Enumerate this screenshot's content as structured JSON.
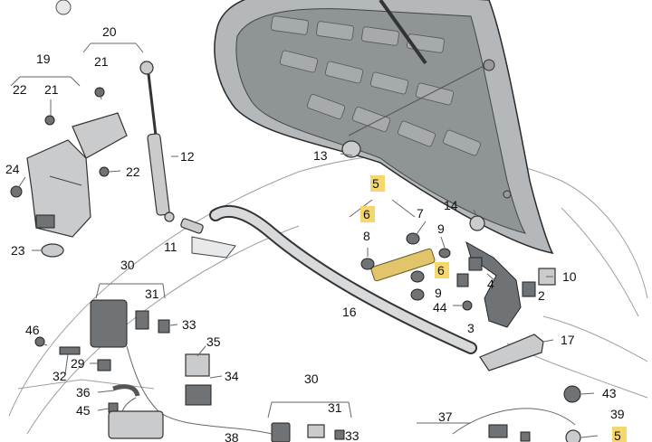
{
  "callouts": {
    "c19": "19",
    "c20": "20",
    "c21a": "21",
    "c21b": "21",
    "c22a": "22",
    "c22b": "22",
    "c24": "24",
    "c23": "23",
    "c12": "12",
    "c13": "13",
    "c5": "5",
    "c6a": "6",
    "c6b": "6",
    "c7": "7",
    "c8": "8",
    "c9a": "9",
    "c9b": "9",
    "c14": "14",
    "c10": "10",
    "c4": "4",
    "c2": "2",
    "c44": "44",
    "c3": "3",
    "c11": "11",
    "c16": "16",
    "c17": "17",
    "c30a": "30",
    "c30b": "30",
    "c31a": "31",
    "c31b": "31",
    "c33a": "33",
    "c33b": "33",
    "c46": "46",
    "c32": "32",
    "c29": "29",
    "c35": "35",
    "c34": "34",
    "c36": "36",
    "c45": "45",
    "c37": "37",
    "c43": "43",
    "c39": "39",
    "c5b": "5",
    "c38": "38"
  },
  "highlight_color": "#f5d76e",
  "icons": [
    "hood-panel",
    "gas-strut",
    "hinge",
    "latch",
    "seal-strip",
    "bracket",
    "bolt",
    "buffer"
  ]
}
